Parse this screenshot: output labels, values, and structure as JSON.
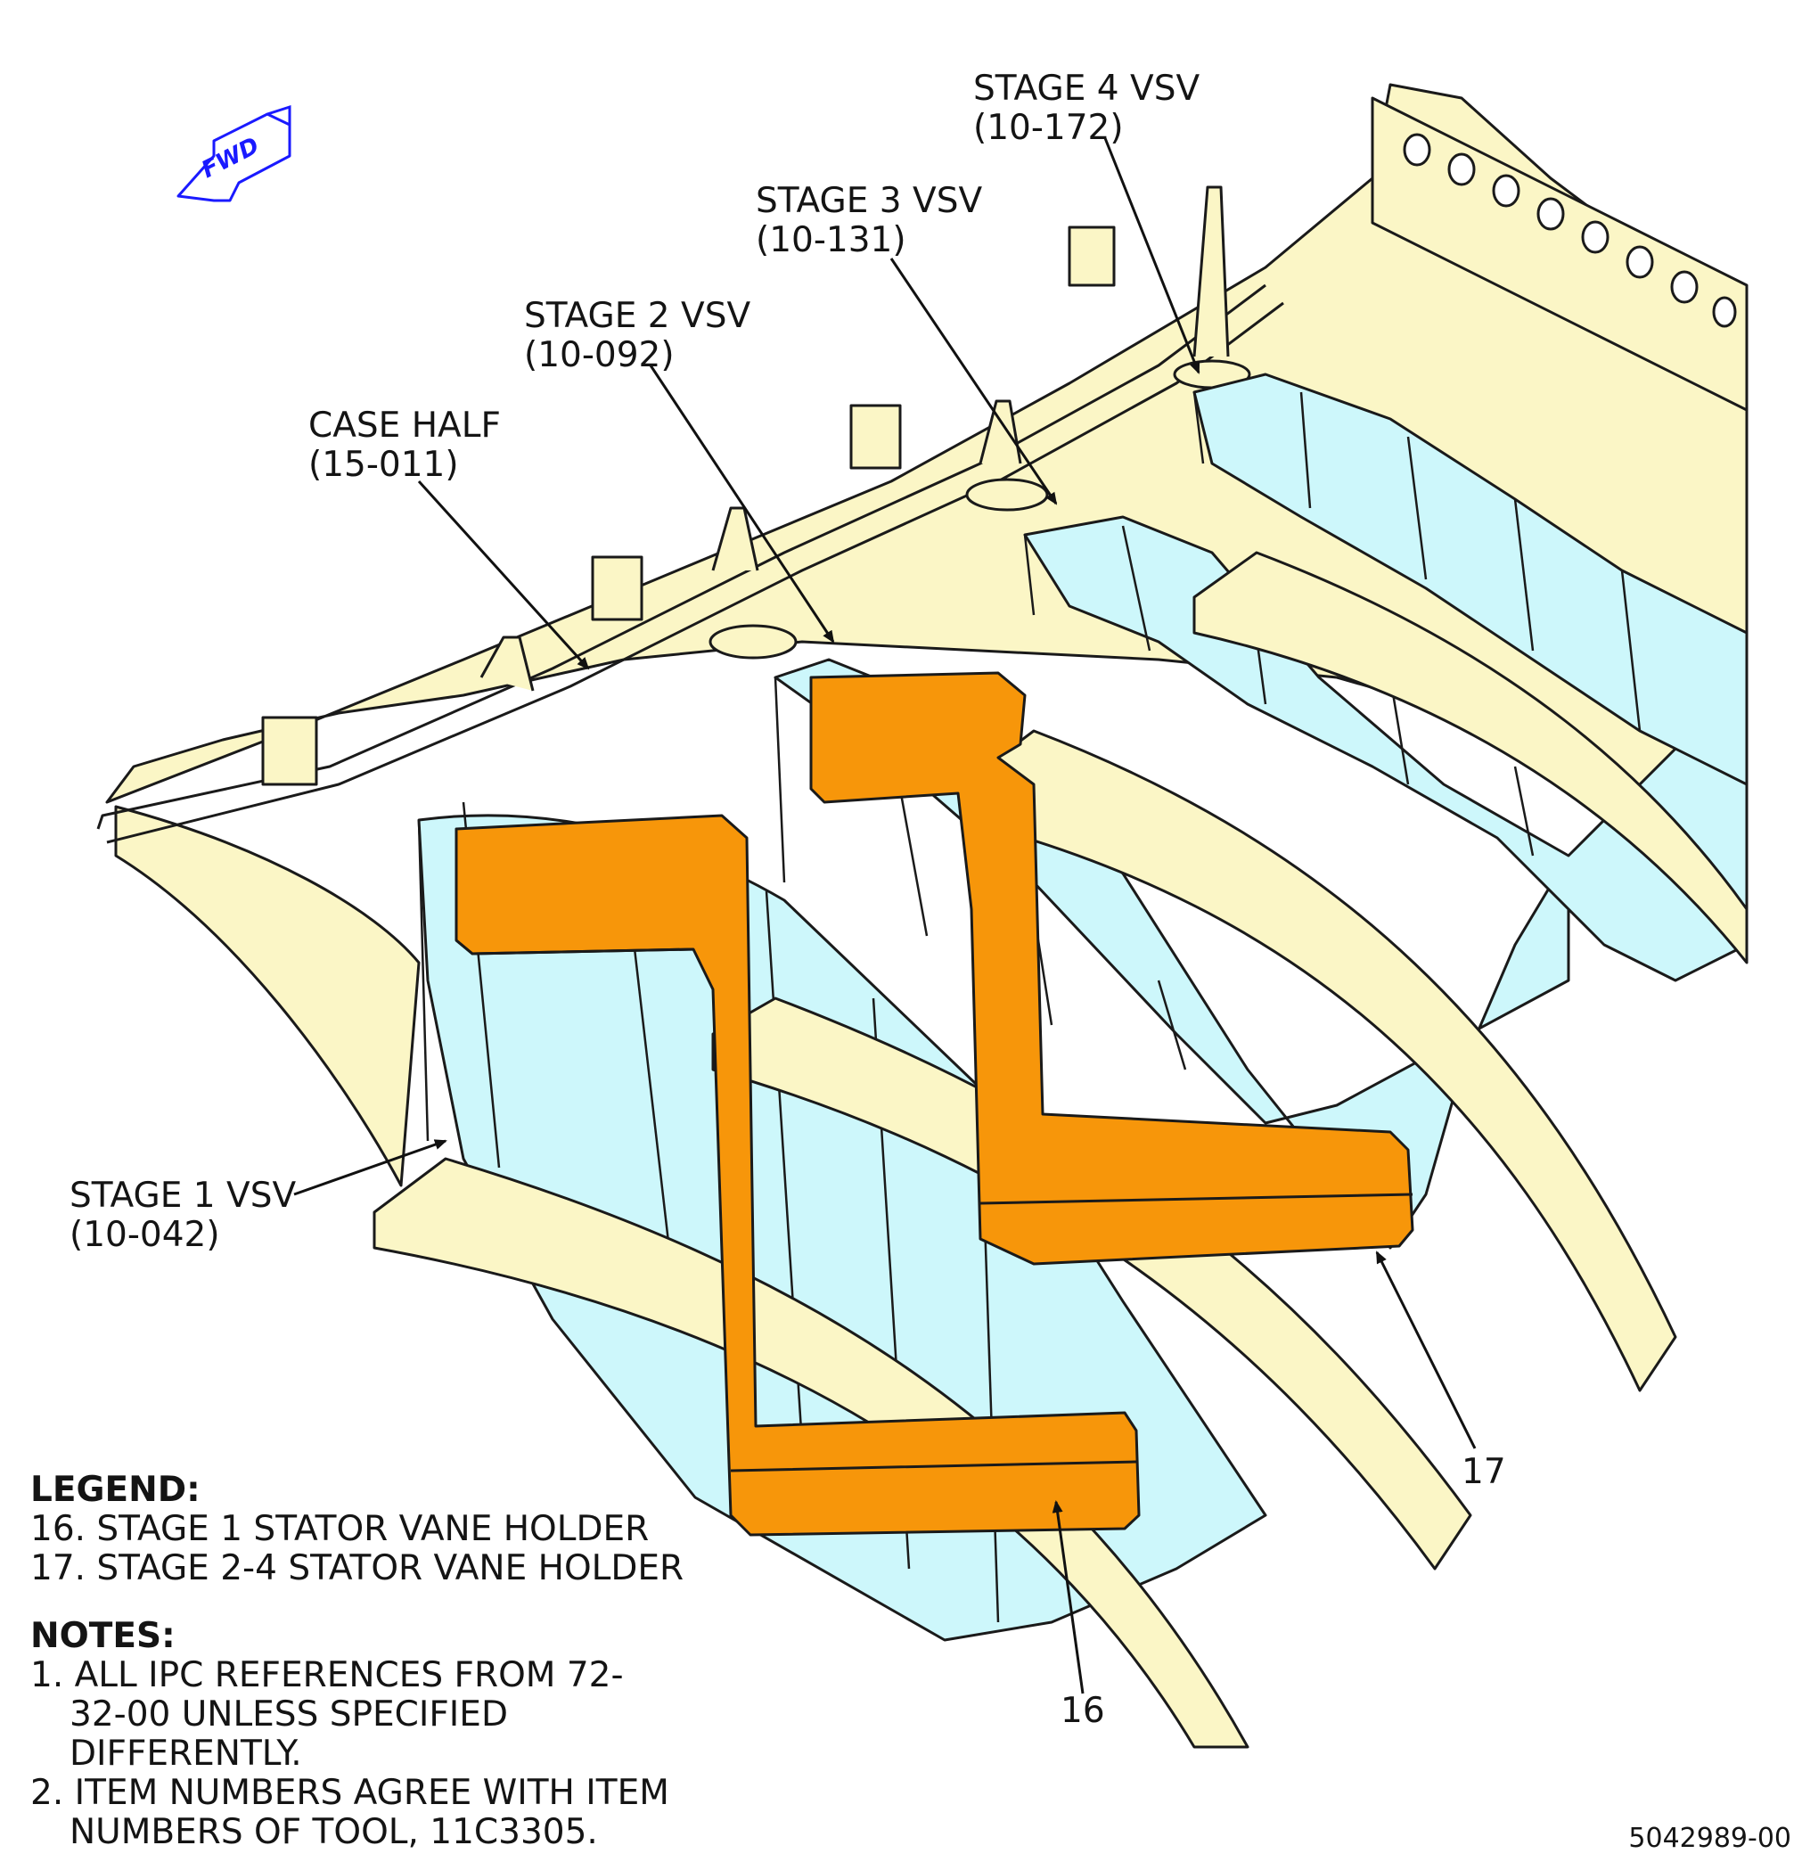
{
  "orientation": {
    "label": "FWD",
    "color": "#1a1aff"
  },
  "callouts": [
    {
      "key": "stage4",
      "title": "STAGE 4 VSV",
      "ref": "(10-172)"
    },
    {
      "key": "stage3",
      "title": "STAGE 3 VSV",
      "ref": "(10-131)"
    },
    {
      "key": "stage2",
      "title": "STAGE 2 VSV",
      "ref": "(10-092)"
    },
    {
      "key": "case",
      "title": "CASE HALF",
      "ref": "(15-011)"
    },
    {
      "key": "stage1",
      "title": "STAGE 1 VSV",
      "ref": "(10-042)"
    }
  ],
  "item_numbers": {
    "item16": "16",
    "item17": "17"
  },
  "legend": {
    "heading": "LEGEND:",
    "items": [
      "16. STAGE 1 STATOR VANE HOLDER",
      "17. STAGE 2-4 STATOR VANE HOLDER"
    ]
  },
  "notes": {
    "heading": "NOTES:",
    "items": [
      "1. ALL IPC REFERENCES FROM 72-32-00 UNLESS SPECIFIED DIFFERENTLY.",
      "2. ITEM NUMBERS AGREE WITH ITEM NUMBERS OF TOOL, 11C3305."
    ]
  },
  "document_number": "5042989-00",
  "colors": {
    "case": "#fbf6c6",
    "vane": "#cdf7fb",
    "tool": "#f7960a",
    "outline": "#1a1a1a"
  }
}
